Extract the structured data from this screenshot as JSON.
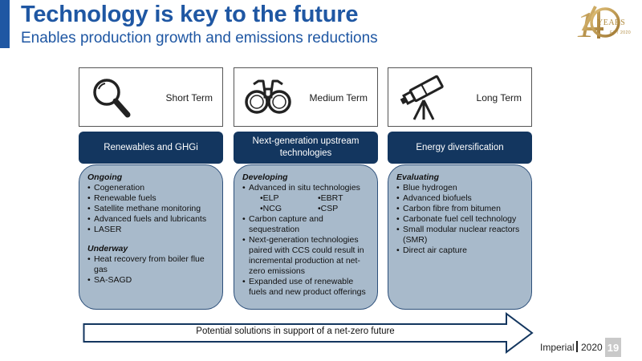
{
  "header": {
    "title": "Technology is key to the future",
    "subtitle": "Enables production growth and emissions reductions"
  },
  "logo": {
    "number": "140",
    "label": "YEARS",
    "est": "EST 2020"
  },
  "columns": [
    {
      "icon": "magnifying-glass-icon",
      "term": "Short Term",
      "heading": "Renewables and GHGi",
      "sections": [
        {
          "label": "Ongoing",
          "items": [
            "Cogeneration",
            "Renewable fuels",
            "Satellite methane monitoring",
            "Advanced fuels and lubricants",
            "LASER"
          ]
        },
        {
          "label": "Underway",
          "items": [
            "Heat recovery from boiler flue gas",
            "SA-SAGD"
          ]
        }
      ]
    },
    {
      "icon": "binoculars-icon",
      "term": "Medium Term",
      "heading": "Next-generation upstream technologies",
      "sections": [
        {
          "label": "Developing",
          "intro": "Advanced in situ technologies",
          "sub_items": [
            "•ELP",
            "•EBRT",
            "•NCG",
            "•CSP"
          ],
          "items": [
            "Carbon capture and sequestration",
            "Next-generation technologies paired with CCS could result in incremental production at net-zero emissions",
            "Expanded use of renewable fuels and new product offerings"
          ]
        }
      ]
    },
    {
      "icon": "telescope-icon",
      "term": "Long Term",
      "heading": "Energy diversification",
      "sections": [
        {
          "label": "Evaluating",
          "items": [
            "Blue hydrogen",
            "Advanced biofuels",
            "Carbon fibre from bitumen",
            "Carbonate fuel cell technology",
            "Small modular nuclear reactors (SMR)",
            "Direct air capture"
          ]
        }
      ]
    }
  ],
  "arrow_text": "Potential solutions in support of a net-zero future",
  "footer": {
    "company": "Imperial",
    "year": "2020",
    "page": "19"
  },
  "colors": {
    "brand_blue": "#1f57a3",
    "navy": "#13365f",
    "panel": "#a8bacb",
    "gold": "#b08a3e"
  }
}
